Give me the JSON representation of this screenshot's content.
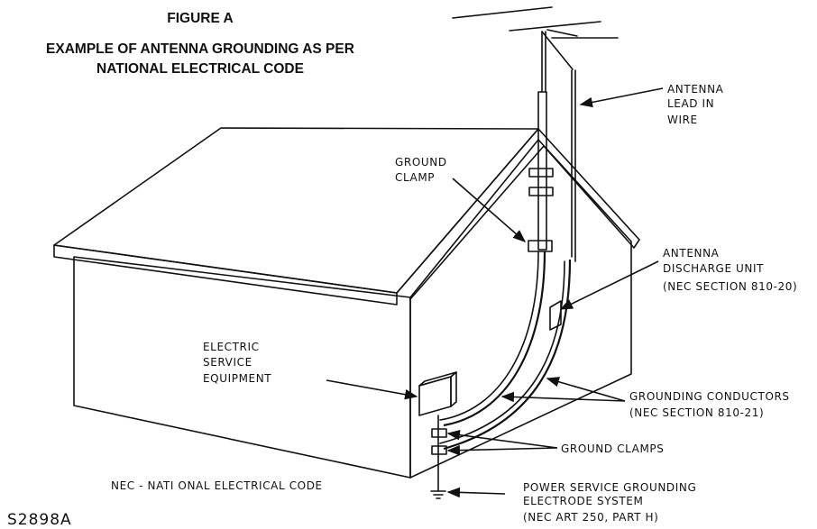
{
  "title": {
    "figure": "FIGURE A",
    "line1": "EXAMPLE OF ANTENNA GROUNDING AS PER",
    "line2": "NATIONAL ELECTRICAL CODE"
  },
  "labels": {
    "antenna_lead": [
      "ANTENNA",
      "LEAD IN",
      "WIRE"
    ],
    "ground_clamp": [
      "GROUND",
      "CLAMP"
    ],
    "discharge_unit": [
      "ANTENNA",
      "DISCHARGE UNIT",
      "(NEC SECTION 810-20)"
    ],
    "electric_service": [
      "ELECTRIC",
      "SERVICE",
      "EQUIPMENT"
    ],
    "grounding_conductors": [
      "GROUNDING CONDUCTORS",
      "(NEC SECTION 810-21)"
    ],
    "ground_clamps": "GROUND CLAMPS",
    "nec_note": "NEC - NATI ONAL ELECTRICAL CODE",
    "power_service": [
      "POWER SERVICE GROUNDING",
      "ELECTRODE SYSTEM",
      "(NEC ART 250, PART H)"
    ],
    "figure_code": "S2898A"
  }
}
